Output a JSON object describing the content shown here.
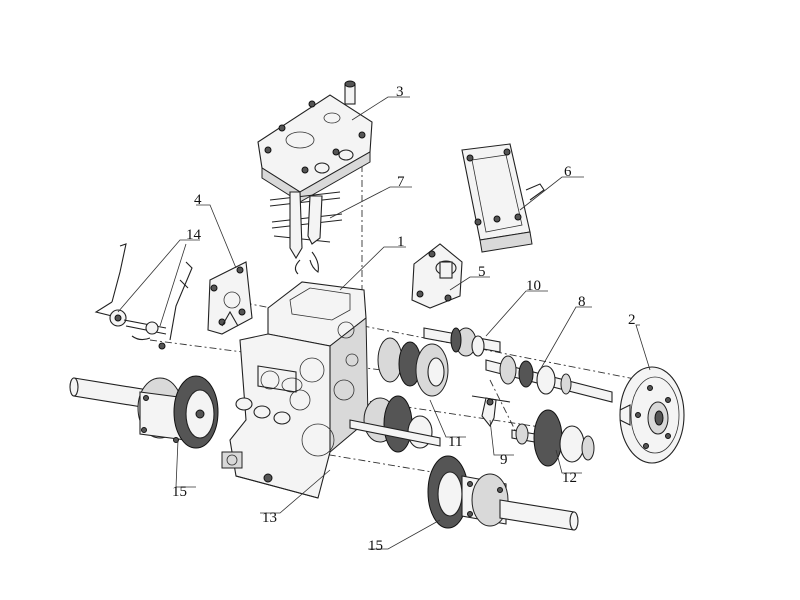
{
  "labels": {
    "top_cover": "3",
    "shift_forks": "7",
    "side_cover": "6",
    "housing": "1",
    "left_plate": "4",
    "lever_linkage": "14",
    "small_cover": "5",
    "input_shaft": "10",
    "output_shaft": "8",
    "brake_drum": "2",
    "axle_left": "15",
    "gear_cluster": "11",
    "fork": "9",
    "gear_small": "12",
    "housing_bottom": "13",
    "axle_right": "15"
  },
  "colors": {
    "line": "#222222",
    "background": "#ffffff",
    "shade": "#555555"
  }
}
